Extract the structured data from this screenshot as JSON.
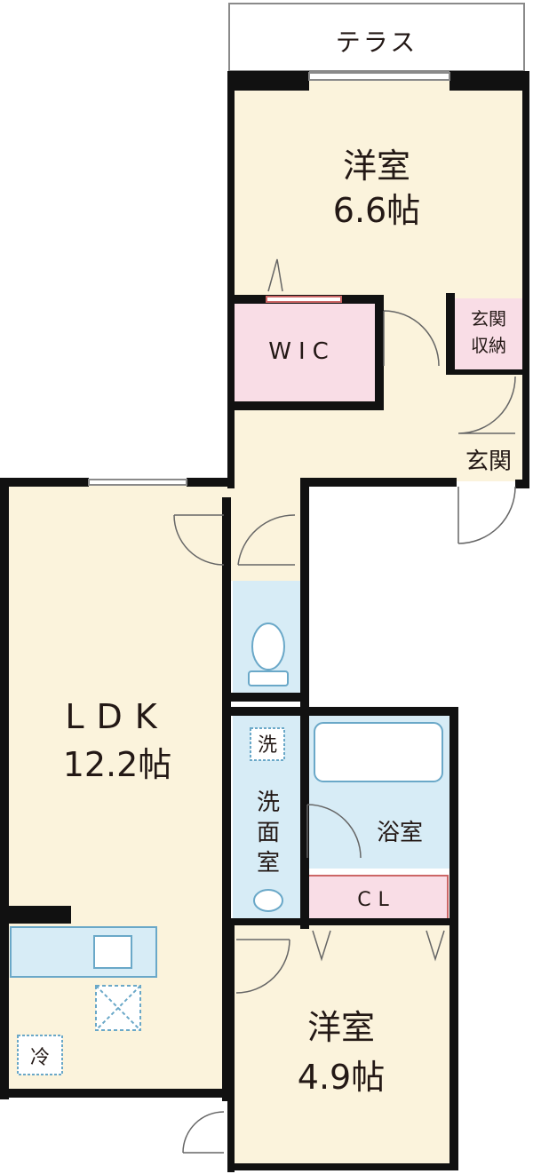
{
  "rooms": {
    "terrace": "テラス",
    "western1_name": "洋室",
    "western1_size": "6.6帖",
    "wic": "WIC",
    "entrance_storage_1": "玄関",
    "entrance_storage_2": "収納",
    "entrance": "玄関",
    "ldk_name": "LDK",
    "ldk_size": "12.2帖",
    "washer": "洗",
    "washroom_1": "洗",
    "washroom_2": "面",
    "washroom_3": "室",
    "bath": "浴室",
    "closet": "CL",
    "western2_name": "洋室",
    "western2_size": "4.9帖",
    "fridge": "冷"
  },
  "colors": {
    "floor": "#fbf3dc",
    "wet_area": "#d7ecf6",
    "storage": "#f9dde6",
    "wall": "#111111"
  }
}
